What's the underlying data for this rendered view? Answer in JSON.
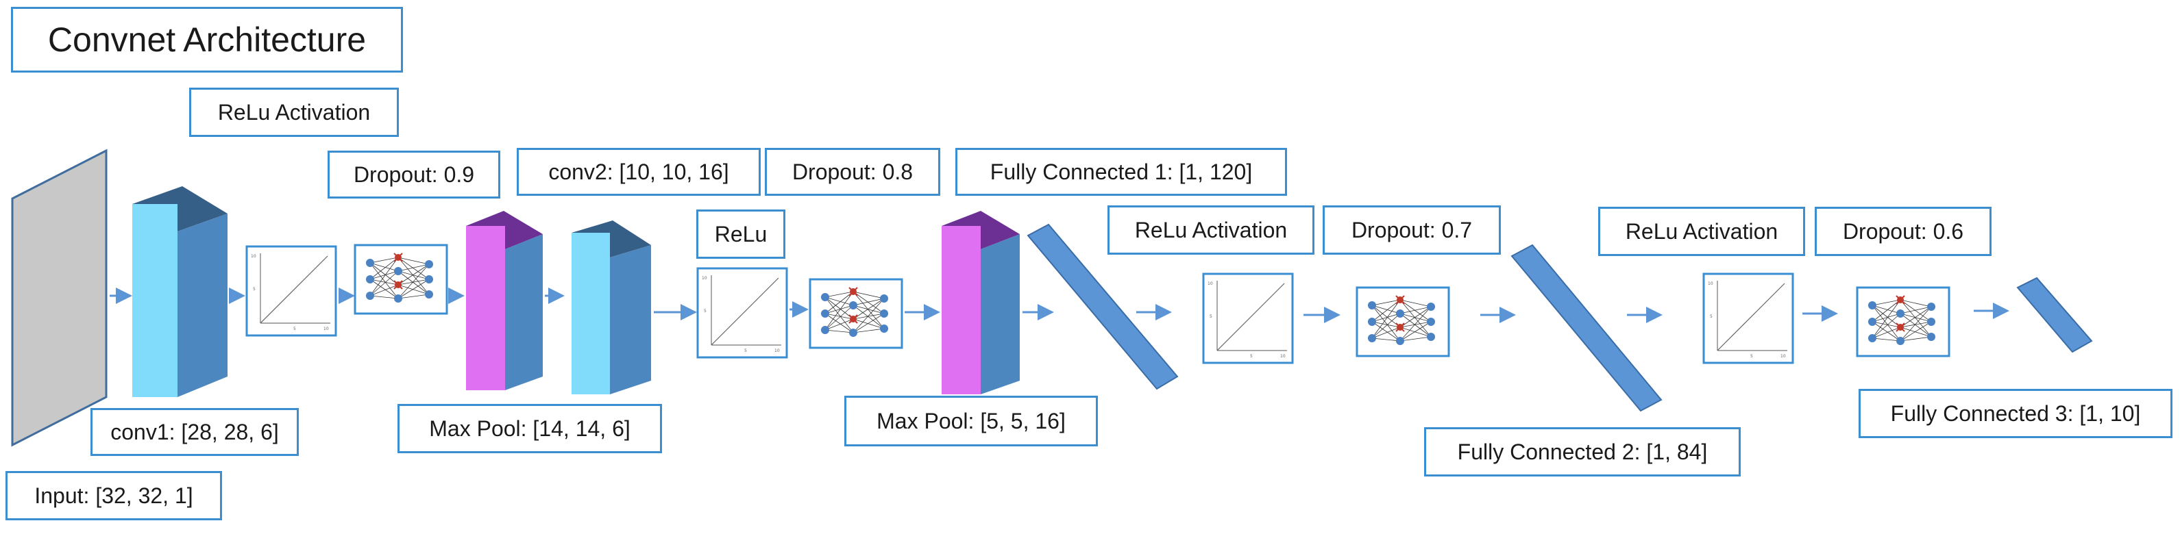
{
  "title": "Convnet Architecture",
  "labels": {
    "input": "Input: [32, 32, 1]",
    "conv1": "conv1: [28, 28, 6]",
    "relu1": "ReLu Activation",
    "dropout1": "Dropout: 0.9",
    "maxpool1": "Max Pool: [14, 14, 6]",
    "conv2": "conv2: [10, 10, 16]",
    "dropout2": "Dropout: 0.8",
    "relu2": "ReLu",
    "maxpool2": "Max Pool: [5, 5, 16]",
    "fc1": "Fully Connected 1: [1, 120]",
    "relu3": "ReLu Activation",
    "dropout3": "Dropout: 0.7",
    "fc2": "Fully Connected 2: [1, 84]",
    "relu4": "ReLu Activation",
    "dropout4": "Dropout: 0.6",
    "fc3": "Fully Connected 3: [1, 10]"
  },
  "relu_plot_ticks": {
    "y_top": "10",
    "y_mid": "5",
    "x_mid": "5",
    "x_end": "10"
  },
  "colors": {
    "input_plane": "#c8c8c8",
    "conv_front": "#80dcfa",
    "conv_side": "#4d87bf",
    "conv_top": "#365f87",
    "pool_front": "#e070f2",
    "pool_side": "#4d87bf",
    "pool_top": "#6c2f94",
    "fc_bar": "#5b95d5",
    "arrow": "#5b95d5",
    "label_border": "#3b8fd0",
    "neuron": "#4a82c4",
    "dropped_neuron": "#c0392b"
  }
}
